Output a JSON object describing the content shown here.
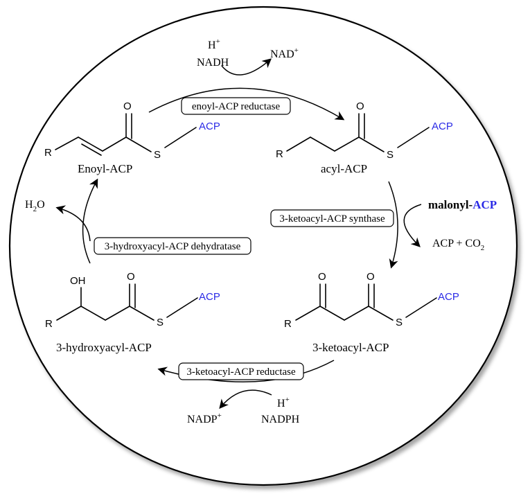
{
  "colors": {
    "acp_blue": "#2a2ae6",
    "ink": "#000000"
  },
  "atoms": {
    "R": "R",
    "S": "S",
    "O": "O",
    "OH": "OH",
    "ACP": "ACP"
  },
  "compounds": {
    "enoyl": "Enoyl-ACP",
    "acyl": "acyl-ACP",
    "ketoacyl": "3-ketoacyl-ACP",
    "hydroxyacyl": "3-hydroxyacyl-ACP"
  },
  "enzymes": {
    "enoyl_reductase": "enoyl-ACP reductase",
    "synthase": "3-ketoacyl-ACP synthase",
    "keto_reductase": "3-ketoacyl-ACP reductase",
    "dehydratase": "3-hydroxyacyl-ACP dehydratase"
  },
  "cofactors": {
    "h_plus_top": "H",
    "plus": "+",
    "nadh": "NADH",
    "nad": "NAD",
    "malonyl_prefix": "malonyl-",
    "malonyl_acp": "ACP",
    "acp_co2": "ACP + CO",
    "sub2": "2",
    "h2o_h": "H",
    "h2o_o": "O",
    "nadp": "NADP",
    "nadph": "NADPH",
    "h_plus_bottom": "H"
  }
}
